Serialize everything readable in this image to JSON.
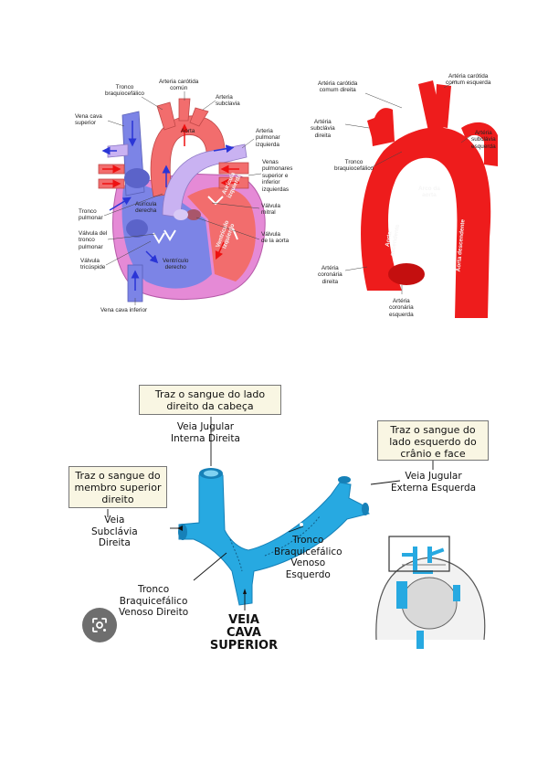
{
  "heart": {
    "labels": {
      "tronco_braquiocefalico": "Tronco\nbraquiocefálico",
      "arteria_carotida_comun": "Arteria carótida\ncomún",
      "arteria_subclavia": "Arteria\nsubclavia",
      "vena_cava_superior": "Vena cava\nsuperior",
      "aorta": "Aorta",
      "arteria_pulmonar_izquierda": "Arteria\npulmonar\nizquierda",
      "venas_pulmonares": "Venas\npulmonares\nsuperior e\ninferior\nizquierdas",
      "auricula_derecha": "Aurícula\nderecha",
      "auricula_izquierda": "Aurícula\nizquierda",
      "tronco_pulmonar": "Tronco\npulmonar",
      "valvula_mitral": "Válvula\nmitral",
      "valvula_tronco_pulmonar": "Válvula del\ntronco\npulmonar",
      "valvula_aorta": "Válvula\nde la aorta",
      "valvula_tricuspide": "Válvula\ntricúspide",
      "ventriculo_derecho": "Ventrículo\nderecho",
      "ventriculo_izquierdo": "Ventrículo\nizquierdo",
      "vena_cava_inferior": "Vena cava inferior"
    },
    "colors": {
      "blue": "#7c84e6",
      "red": "#f26d6d",
      "pink": "#e58ad6",
      "purple": "#c9b2f2"
    }
  },
  "aorta": {
    "labels": {
      "carotida_direita": "Artéria carótida\ncomum direita",
      "carotida_esquerda": "Artéria carótida\ncomum esquerda",
      "subclavia_direita": "Artéria\nsubclávia\ndireita",
      "subclavia_esquerda": "Artéria\nsubclávia\nesquerda",
      "tronco_braquiocefalico": "Tronco\nbraquiocefálico",
      "arco_aorta": "Arco da\naorta",
      "aorta_ascendente": "Aorta\nascendente",
      "aorta_descendente": "Aorta descendente",
      "coronaria_direita": "Artéria\ncoronária\ndireita",
      "coronaria_esquerda": "Artéria\ncoronária\nesquerda"
    },
    "colors": {
      "red": "#ee1c1c"
    }
  },
  "veins": {
    "boxes": {
      "head_right": "Traz o sangue do lado\ndireito da cabeça",
      "skull_left": "Traz o sangue do\nlado esquerdo do\ncrânio e face",
      "limb_right": "Traz o sangue do\nmembro superior\ndireito"
    },
    "labels": {
      "jugular_interna": "Veia Jugular\nInterna Direita",
      "jugular_externa": "Veia Jugular\nExterna Esquerda",
      "subclavia_direita": "Veia\nSubclávia\nDireita",
      "tronco_esquerdo": "Tronco\nBraquicefálico\nVenoso\nEsquerdo",
      "tronco_direito": "Tronco\nBraquicefálico\nVenoso Direito",
      "cava_superior": "VEIA\nCAVA\nSUPERIOR"
    },
    "colors": {
      "vein": "#27a9e1",
      "vein_dark": "#1681b8",
      "box_bg": "#f9f6e3"
    }
  },
  "icons": {
    "lens": "google-lens-icon"
  }
}
